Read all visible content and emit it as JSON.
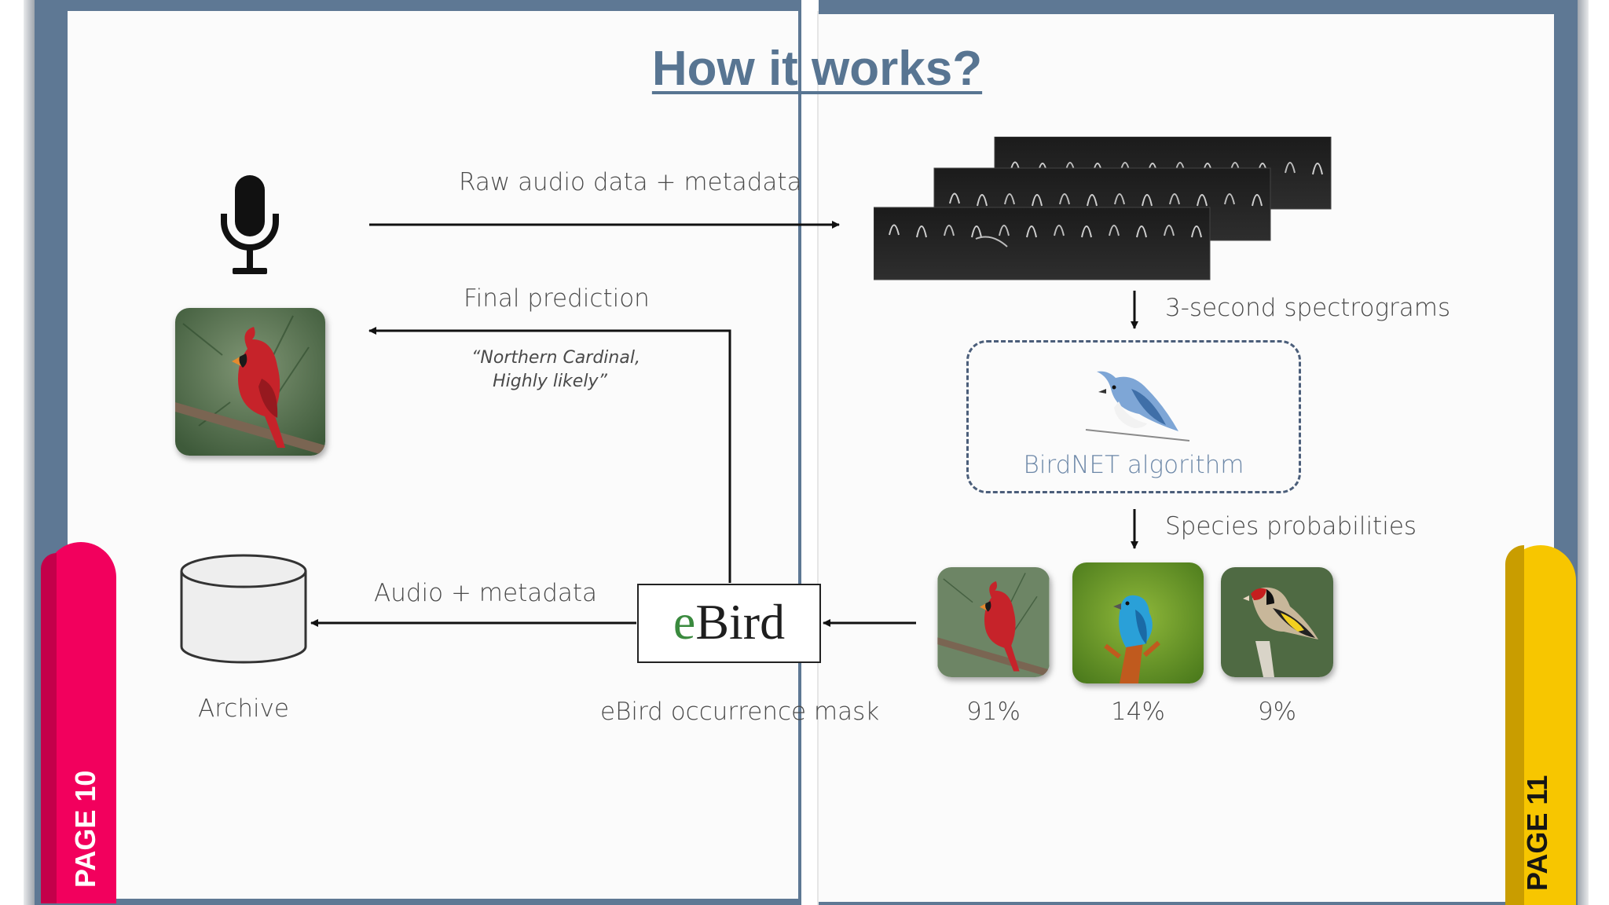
{
  "title": "How it works?",
  "page_tabs": {
    "left": "PAGE 10",
    "right": "PAGE 11"
  },
  "diagram": {
    "raw_audio_label": "Raw audio data + metadata",
    "final_prediction_label": "Final prediction",
    "prediction_quote_line1": "“Northern Cardinal,",
    "prediction_quote_line2": "Highly likely”",
    "spectrograms_label": "3-second spectrograms",
    "algorithm_label": "BirdNET algorithm",
    "species_probabilities_label": "Species probabilities",
    "audio_metadata_label": "Audio + metadata",
    "archive_label": "Archive",
    "ebird_logo": "eBird",
    "ebird_mask_label": "eBird occurrence mask",
    "probabilities": [
      "91%",
      "14%",
      "9%"
    ]
  },
  "colors": {
    "title": "#587592",
    "frame": "#5e7894",
    "tab_left": "#f2005d",
    "tab_right": "#f7c600",
    "algorithm_text": "#6d88a8",
    "ebird_e": "#3a8a3e"
  },
  "icons": [
    "microphone-icon",
    "database-icon",
    "cardinal-photo",
    "blue-jay-illustration",
    "indigo-bunting-photo",
    "goldfinch-photo",
    "spectrogram-image"
  ]
}
